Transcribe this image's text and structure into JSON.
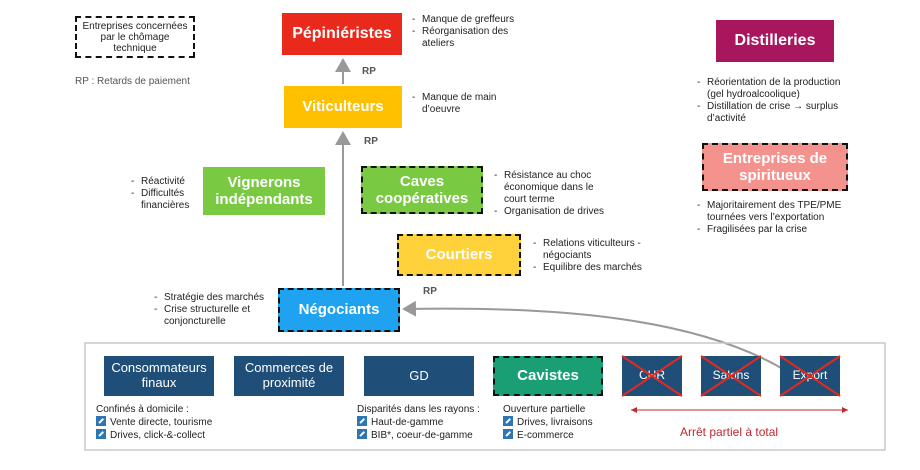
{
  "legend": {
    "dashed_box_label": "Entreprises concernées par le chômage technique",
    "rp_text": "RP : Retards de paiement"
  },
  "nodes": {
    "pepinieristes": {
      "label": "Pépiniéristes",
      "color": "#e8291b",
      "notes": [
        "Manque de greffeurs",
        "Réorganisation des ateliers"
      ]
    },
    "viticulteurs": {
      "label": "Viticulteurs",
      "color": "#ffc000",
      "notes": [
        "Manque de main d’oeuvre"
      ]
    },
    "vignerons": {
      "label": "Vignerons indépendants",
      "color": "#7ac943",
      "notes": [
        "Réactivité",
        "Difficultés financières"
      ]
    },
    "caves": {
      "label": "Caves coopératives",
      "color": "#7ac943",
      "notes": [
        "Résistance au choc économique dans le court terme",
        "Organisation de drives"
      ]
    },
    "courtiers": {
      "label": "Courtiers",
      "color": "#ffd23c",
      "notes": [
        "Relations viticulteurs - négociants",
        "Equilibre des marchés"
      ]
    },
    "negociants": {
      "label": "Négociants",
      "color": "#1fa3f0",
      "notes": [
        "Stratégie des marchés",
        "Crise structurelle et conjoncturelle"
      ]
    },
    "distilleries": {
      "label": "Distilleries",
      "color": "#a8175e",
      "notes": [
        "Réorientation de la production (gel hydroalcoolique)",
        "Distillation de crise → surplus d’activité"
      ]
    },
    "spiritueux": {
      "label": "Entreprises de spiritueux",
      "color": "#f4928e",
      "notes": [
        "Majoritairement des TPE/PME tournées vers l’exportation",
        "Fragilisées par la crise"
      ]
    }
  },
  "rp_labels": [
    "RP",
    "RP",
    "RP"
  ],
  "channels": {
    "consommateurs": "Consommateurs finaux",
    "commerces": "Commerces de proximité",
    "gd": "GD",
    "cavistes": "Cavistes",
    "chr": "CHR",
    "salons": "Salons",
    "export": "Export"
  },
  "bottom_notes": {
    "consommateurs": {
      "title": "Confinés à domicile :",
      "items": [
        "Vente directe, tourisme",
        "Drives, click-&-collect"
      ]
    },
    "gd": {
      "title": "Disparités dans les rayons :",
      "items": [
        "Haut-de-gamme",
        "BIB*, coeur-de-gamme"
      ]
    },
    "cavistes": {
      "title": "Ouverture partielle",
      "items": [
        "Drives, livraisons",
        "E-commerce"
      ]
    },
    "arret": "Arrêt partiel à total"
  },
  "colors": {
    "channel_blue": "#1f4e79",
    "cavistes_teal": "#1a9e74",
    "cross_red": "#e8291b",
    "arrow_grey": "#999999"
  }
}
